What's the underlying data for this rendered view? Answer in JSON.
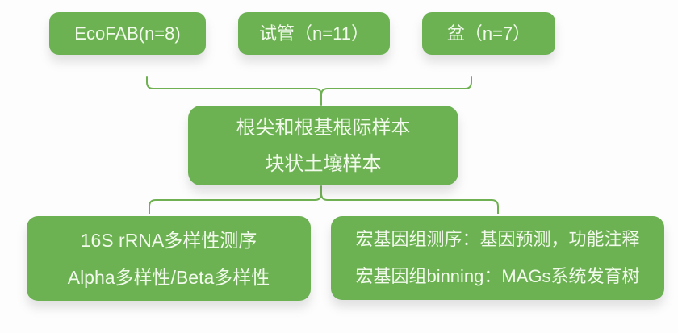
{
  "page": {
    "background_color": "#fdfdfd",
    "node_fill_color": "#6cb253",
    "connector_color": "#6fb152",
    "text_color": "#f2faec"
  },
  "flowchart": {
    "top_row": [
      {
        "label": "EcoFAB(n=8)"
      },
      {
        "label": "试管（n=11）"
      },
      {
        "label": "盆（n=7）"
      }
    ],
    "middle_box": {
      "lines": [
        "根尖和根基根际样本",
        "块状土壤样本"
      ]
    },
    "bottom_left_box": {
      "lines": [
        "16S rRNA多样性测序",
        "Alpha多样性/Beta多样性"
      ]
    },
    "bottom_right_box": {
      "lines": [
        "宏基因组测序：基因预测，功能注释",
        "宏基因组binning：MAGs系统发育树"
      ]
    }
  }
}
